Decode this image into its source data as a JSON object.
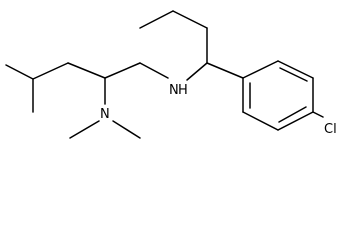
{
  "molecule": {
    "atom_labels": {
      "amine_n": "N",
      "amine_h": "H",
      "dimethylamino_n": "N",
      "chlorine": "Cl"
    },
    "colors": {
      "bond": "#000000",
      "label": "#000000",
      "background": "#ffffff"
    }
  }
}
